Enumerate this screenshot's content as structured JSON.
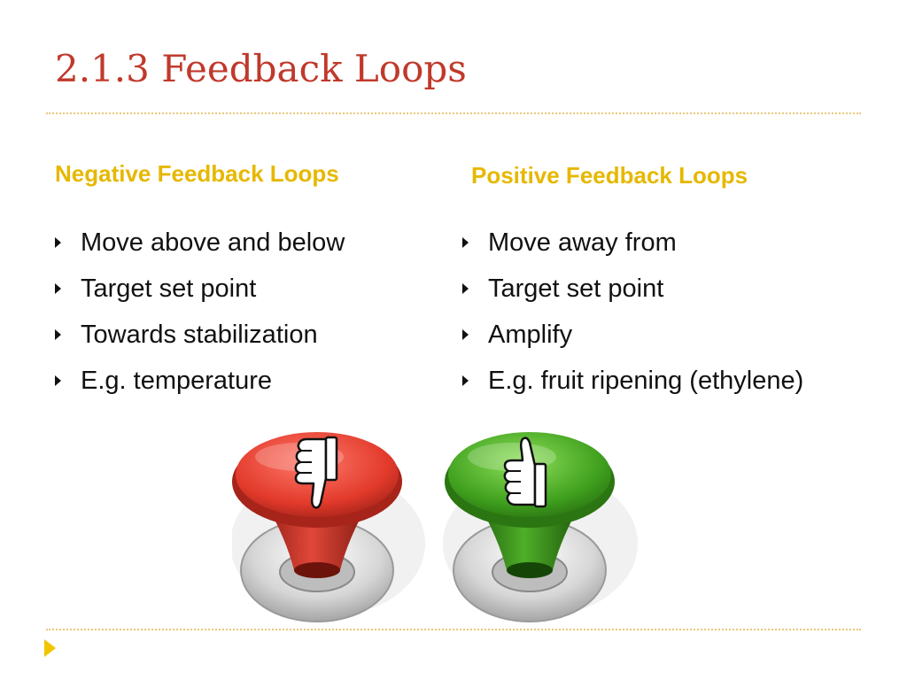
{
  "slide": {
    "title": "2.1.3 Feedback Loops"
  },
  "left_column": {
    "heading": "Negative Feedback Loops",
    "bullets": [
      "Move above and below",
      "Target set point",
      "Towards stabilization",
      "E.g. temperature"
    ]
  },
  "right_column": {
    "heading": "Positive Feedback Loops",
    "bullets": [
      "Move away from",
      "Target set point",
      "Amplify",
      "E.g. fruit ripening (ethylene)"
    ]
  },
  "illustration": {
    "buttons": [
      {
        "color": "#d93a2b",
        "icon": "thumbs-down-icon"
      },
      {
        "color": "#3fa01e",
        "icon": "thumbs-up-icon"
      }
    ]
  },
  "colors": {
    "title": "#c0392b",
    "heading": "#e6b800",
    "rule": "#e8c878",
    "nav_arrow": "#f2c500"
  }
}
